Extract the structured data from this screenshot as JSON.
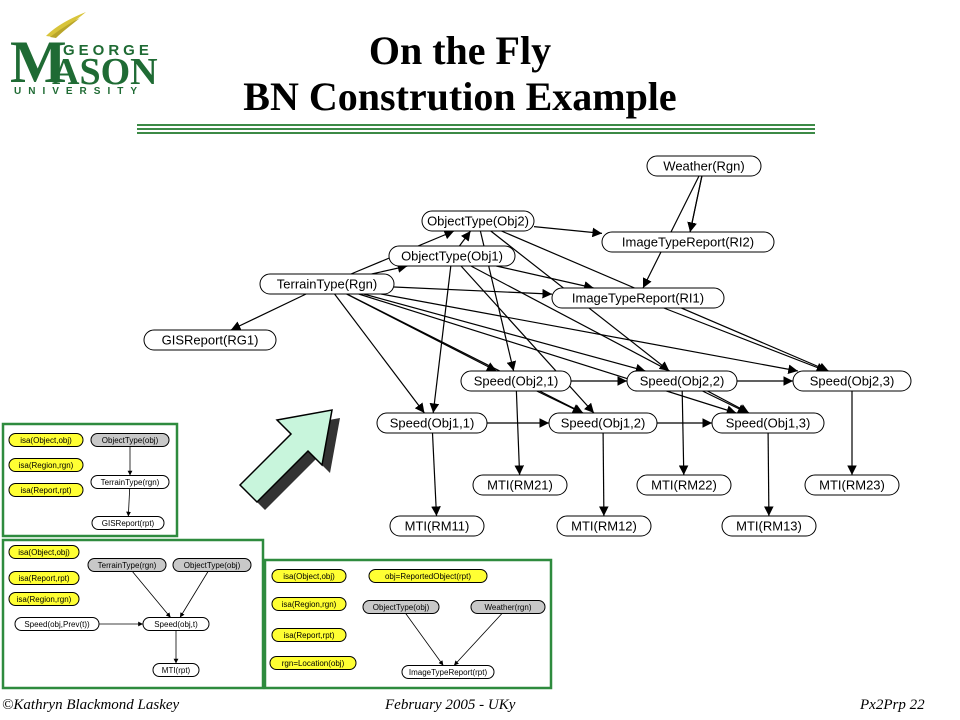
{
  "title": {
    "line1": "On the Fly",
    "line2": "BN Constrution Example"
  },
  "logo": {
    "first_letter": "M",
    "george": "GEORGE",
    "ason": "ASON",
    "university": "UNIVERSITY"
  },
  "colors": {
    "brand_green": "#1f6b34",
    "frame_green": "#2e8b3e",
    "arrow_fill": "#c8f5dc",
    "yellow_node": "#ffff33",
    "gray_node": "#c8c8c8"
  },
  "network": {
    "nodes": [
      {
        "id": "weather",
        "label": "Weather(Rgn)"
      },
      {
        "id": "ot2",
        "label": "ObjectType(Obj2)"
      },
      {
        "id": "itr2",
        "label": "ImageTypeReport(RI2)"
      },
      {
        "id": "ot1",
        "label": "ObjectType(Obj1)"
      },
      {
        "id": "tt",
        "label": "TerrainType(Rgn)"
      },
      {
        "id": "itr1",
        "label": "ImageTypeReport(RI1)"
      },
      {
        "id": "gis",
        "label": "GISReport(RG1)"
      },
      {
        "id": "s21",
        "label": "Speed(Obj2,1)"
      },
      {
        "id": "s22",
        "label": "Speed(Obj2,2)"
      },
      {
        "id": "s23",
        "label": "Speed(Obj2,3)"
      },
      {
        "id": "s11",
        "label": "Speed(Obj1,1)"
      },
      {
        "id": "s12",
        "label": "Speed(Obj1,2)"
      },
      {
        "id": "s13",
        "label": "Speed(Obj1,3)"
      },
      {
        "id": "m21",
        "label": "MTI(RM21)"
      },
      {
        "id": "m22",
        "label": "MTI(RM22)"
      },
      {
        "id": "m23",
        "label": "MTI(RM23)"
      },
      {
        "id": "m11",
        "label": "MTI(RM11)"
      },
      {
        "id": "m12",
        "label": "MTI(RM12)"
      },
      {
        "id": "m13",
        "label": "MTI(RM13)"
      }
    ],
    "edges": [
      [
        "weather",
        "itr2"
      ],
      [
        "weather",
        "itr1"
      ],
      [
        "weather",
        "itr2"
      ],
      [
        "ot2",
        "itr2"
      ],
      [
        "ot1",
        "ot2"
      ],
      [
        "ot1",
        "itr1"
      ],
      [
        "tt",
        "ot1"
      ],
      [
        "tt",
        "ot2"
      ],
      [
        "tt",
        "gis"
      ],
      [
        "tt",
        "itr1"
      ],
      [
        "ot2",
        "s21"
      ],
      [
        "ot2",
        "s22"
      ],
      [
        "ot1",
        "s11"
      ],
      [
        "ot1",
        "s12"
      ],
      [
        "tt",
        "s11"
      ],
      [
        "tt",
        "s12"
      ],
      [
        "tt",
        "s13"
      ],
      [
        "tt",
        "s21"
      ],
      [
        "tt",
        "s22"
      ],
      [
        "tt",
        "s23"
      ],
      [
        "itr1",
        "s23"
      ],
      [
        "ot1",
        "s13"
      ],
      [
        "ot2",
        "s23"
      ],
      [
        "s21",
        "s22"
      ],
      [
        "s22",
        "s23"
      ],
      [
        "s11",
        "s12"
      ],
      [
        "s12",
        "s13"
      ],
      [
        "s21",
        "m21"
      ],
      [
        "s22",
        "m22"
      ],
      [
        "s23",
        "m23"
      ],
      [
        "s11",
        "m11"
      ],
      [
        "s12",
        "m12"
      ],
      [
        "s13",
        "m13"
      ],
      [
        "s21",
        "s12"
      ],
      [
        "s22",
        "s13"
      ]
    ]
  },
  "fragments": [
    {
      "nodes": [
        {
          "id": "f1a",
          "label": "isa(Object,obj)",
          "kind": "yellow"
        },
        {
          "id": "f1b",
          "label": "isa(Region,rgn)",
          "kind": "yellow"
        },
        {
          "id": "f1c",
          "label": "isa(Report,rpt)",
          "kind": "yellow"
        },
        {
          "id": "f1d",
          "label": "ObjectType(obj)",
          "kind": "gray"
        },
        {
          "id": "f1e",
          "label": "TerrainType(rgn)",
          "kind": "white"
        },
        {
          "id": "f1f",
          "label": "GISReport(rpt)",
          "kind": "white"
        }
      ],
      "edges": [
        [
          "f1d",
          "f1e"
        ],
        [
          "f1e",
          "f1f"
        ]
      ]
    },
    {
      "nodes": [
        {
          "id": "f2a",
          "label": "isa(Object,obj)",
          "kind": "yellow"
        },
        {
          "id": "f2b",
          "label": "isa(Report,rpt)",
          "kind": "yellow"
        },
        {
          "id": "f2c",
          "label": "isa(Region,rgn)",
          "kind": "yellow"
        },
        {
          "id": "f2d",
          "label": "TerrainType(rgn)",
          "kind": "gray"
        },
        {
          "id": "f2e",
          "label": "ObjectType(obj)",
          "kind": "gray"
        },
        {
          "id": "f2f",
          "label": "Speed(obj,Prev(t))",
          "kind": "white"
        },
        {
          "id": "f2g",
          "label": "Speed(obj,t)",
          "kind": "white"
        },
        {
          "id": "f2h",
          "label": "MTI(rpt)",
          "kind": "white"
        }
      ],
      "edges": [
        [
          "f2d",
          "f2g"
        ],
        [
          "f2e",
          "f2g"
        ],
        [
          "f2f",
          "f2g"
        ],
        [
          "f2g",
          "f2h"
        ]
      ]
    },
    {
      "nodes": [
        {
          "id": "f3a",
          "label": "isa(Object,obj)",
          "kind": "yellow"
        },
        {
          "id": "f3b",
          "label": "obj=ReportedObject(rpt)",
          "kind": "yellow"
        },
        {
          "id": "f3c",
          "label": "isa(Region,rgn)",
          "kind": "yellow"
        },
        {
          "id": "f3d",
          "label": "ObjectType(obj)",
          "kind": "gray"
        },
        {
          "id": "f3e",
          "label": "Weather(rgn)",
          "kind": "gray"
        },
        {
          "id": "f3f",
          "label": "isa(Report,rpt)",
          "kind": "yellow"
        },
        {
          "id": "f3g",
          "label": "rgn=Location(obj)",
          "kind": "yellow"
        },
        {
          "id": "f3h",
          "label": "ImageTypeReport(rpt)",
          "kind": "white"
        }
      ],
      "edges": [
        [
          "f3d",
          "f3h"
        ],
        [
          "f3e",
          "f3h"
        ]
      ]
    }
  ],
  "footer": {
    "left": "©Kathryn Blackmond Laskey",
    "center": "February 2005 - UKy",
    "right": "Px2Prp 22"
  }
}
